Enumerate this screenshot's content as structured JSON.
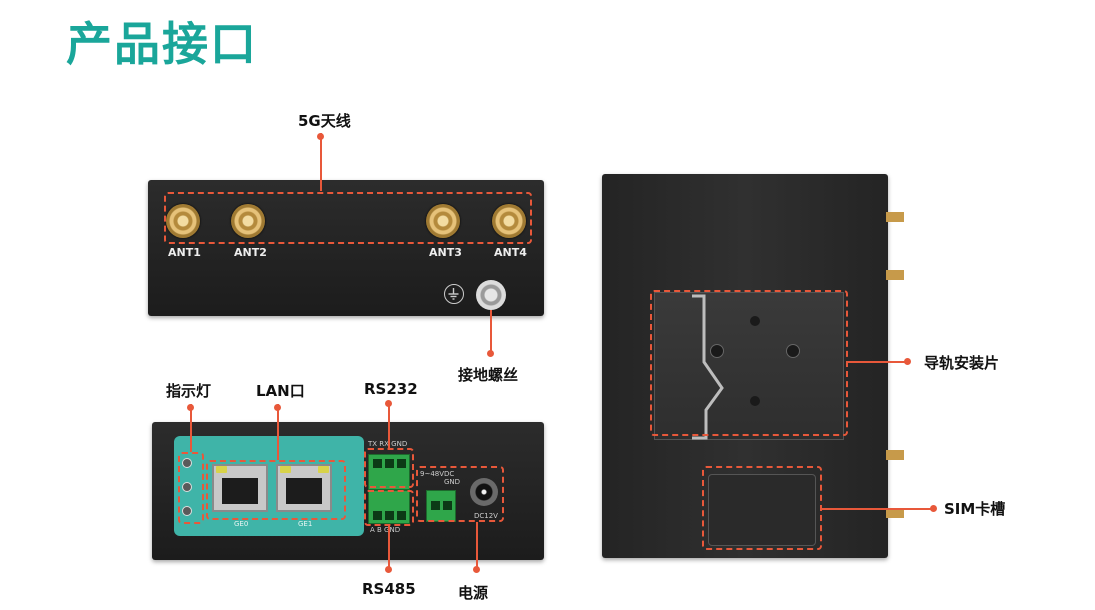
{
  "title": "产品接口",
  "labels": {
    "antenna": "5G天线",
    "ground_screw": "接地螺丝",
    "indicator": "指示灯",
    "lan": "LAN口",
    "rs232": "RS232",
    "rs485": "RS485",
    "power": "电源",
    "din_rail": "导轨安装片",
    "sim_slot": "SIM卡槽"
  },
  "antennas": [
    "ANT1",
    "ANT2",
    "ANT3",
    "ANT4"
  ],
  "device_text": {
    "ge0": "GE0",
    "ge1": "GE1",
    "rs232_pins": "TX  RX  GND",
    "rs485_pins": "A   B   GND",
    "power_range": "9~48VDC",
    "gnd": "GND",
    "dc12v": "DC12V"
  },
  "colors": {
    "accent": "#1aa69a",
    "callout": "#e8583a"
  }
}
